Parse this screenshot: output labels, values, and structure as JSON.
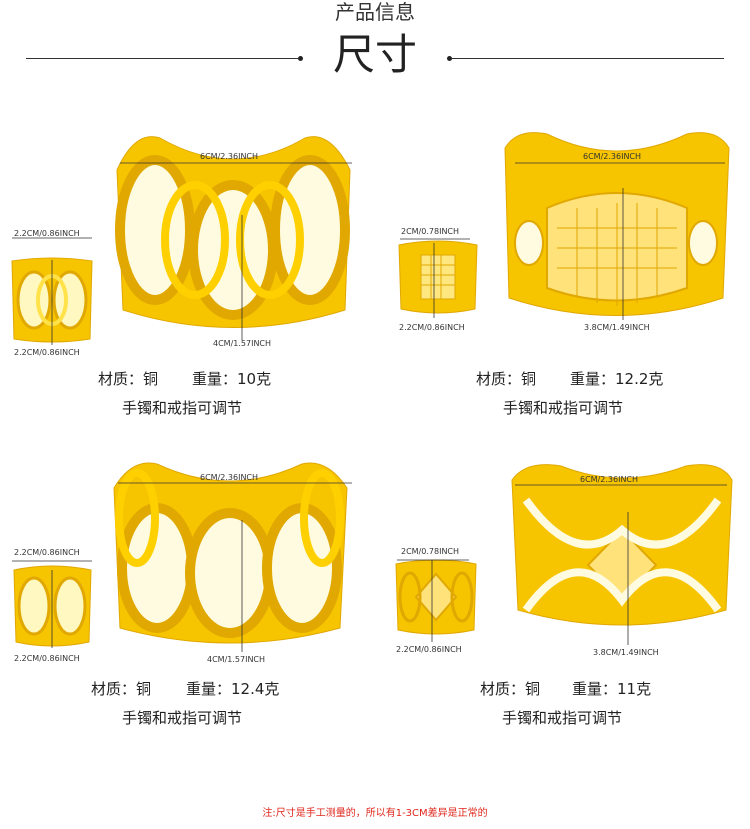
{
  "header": {
    "subtitle": "产品信息",
    "title": "尺寸"
  },
  "colors": {
    "gold": "#f7c400",
    "gold_dark": "#e0a800",
    "gold_light": "#ffe24a",
    "note_red": "#e0261b"
  },
  "products": [
    {
      "ring_width": "2.2CM/0.86INCH",
      "ring_height": "2.2CM/0.86INCH",
      "cuff_width": "6CM/2.36INCH",
      "cuff_height": "4CM/1.57INCH",
      "material": "材质：铜",
      "weight": "重量：10克",
      "adjustable": "手镯和戒指可调节"
    },
    {
      "ring_width": "2CM/0.78INCH",
      "ring_height": "2.2CM/0.86INCH",
      "cuff_width": "6CM/2.36INCH",
      "cuff_height": "3.8CM/1.49INCH",
      "material": "材质：铜",
      "weight": "重量：12.2克",
      "adjustable": "手镯和戒指可调节"
    },
    {
      "ring_width": "2.2CM/0.86INCH",
      "ring_height": "2.2CM/0.86INCH",
      "cuff_width": "6CM/2.36INCH",
      "cuff_height": "4CM/1.57INCH",
      "material": "材质：铜",
      "weight": "重量：12.4克",
      "adjustable": "手镯和戒指可调节"
    },
    {
      "ring_width": "2CM/0.78INCH",
      "ring_height": "2.2CM/0.86INCH",
      "cuff_width": "6CM/2.36INCH",
      "cuff_height": "3.8CM/1.49INCH",
      "material": "材质：铜",
      "weight": "重量：11克",
      "adjustable": "手镯和戒指可调节"
    }
  ],
  "footnote": "注:尺寸是手工测量的，所以有1-3CM差异是正常的"
}
